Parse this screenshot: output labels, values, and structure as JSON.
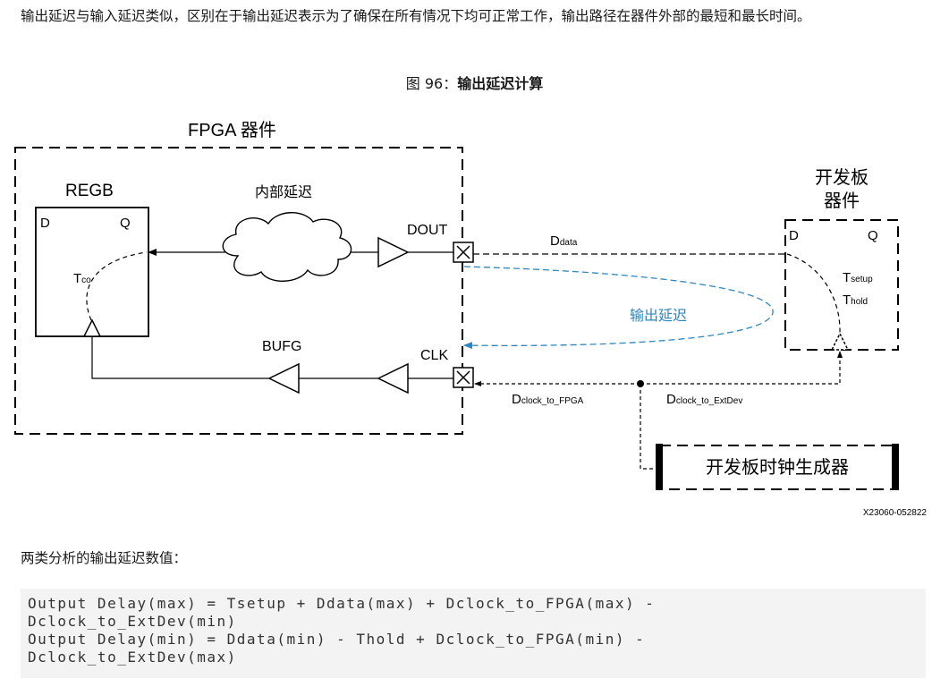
{
  "intro": "输出延迟与输入延迟类似，区别在于输出延迟表示为了确保在所有情况下均可正常工作，输出路径在器件外部的最短和最长时间。",
  "figure": {
    "caption_prefix": "图 96：",
    "caption_title": "输出延迟计算"
  },
  "diagram": {
    "fpga_label": "FPGA 器件",
    "regb_label": "REGB",
    "regb_d": "D",
    "regb_q": "Q",
    "tco": "T",
    "tco_sub": "co",
    "internal_delay": "内部延迟",
    "dout": "DOUT",
    "clk": "CLK",
    "bufg": "BUFG",
    "board_device_line1": "开发板",
    "board_device_line2": "器件",
    "board_d": "D",
    "board_q": "Q",
    "tsetup": "T",
    "tsetup_sub": "setup",
    "thold": "T",
    "thold_sub": "hold",
    "ddata": "D",
    "ddata_sub": "data",
    "output_delay": "输出延迟",
    "dclock_fpga": "D",
    "dclock_fpga_sub": "clock_to_FPGA",
    "dclock_extdev": "D",
    "dclock_extdev_sub": "clock_to_ExtDev",
    "clock_gen": "开发板时钟生成器",
    "figure_id": "X23060-052822",
    "colors": {
      "output_delay": "#2e86c1"
    }
  },
  "analysis": "两类分析的输出延迟数值：",
  "code": [
    "Output Delay(max) = Tsetup + Ddata(max) + Dclock_to_FPGA(max) -",
    "Dclock_to_ExtDev(min)",
    "Output Delay(min) = Ddata(min) - Thold + Dclock_to_FPGA(min) -",
    "Dclock_to_ExtDev(max)"
  ]
}
